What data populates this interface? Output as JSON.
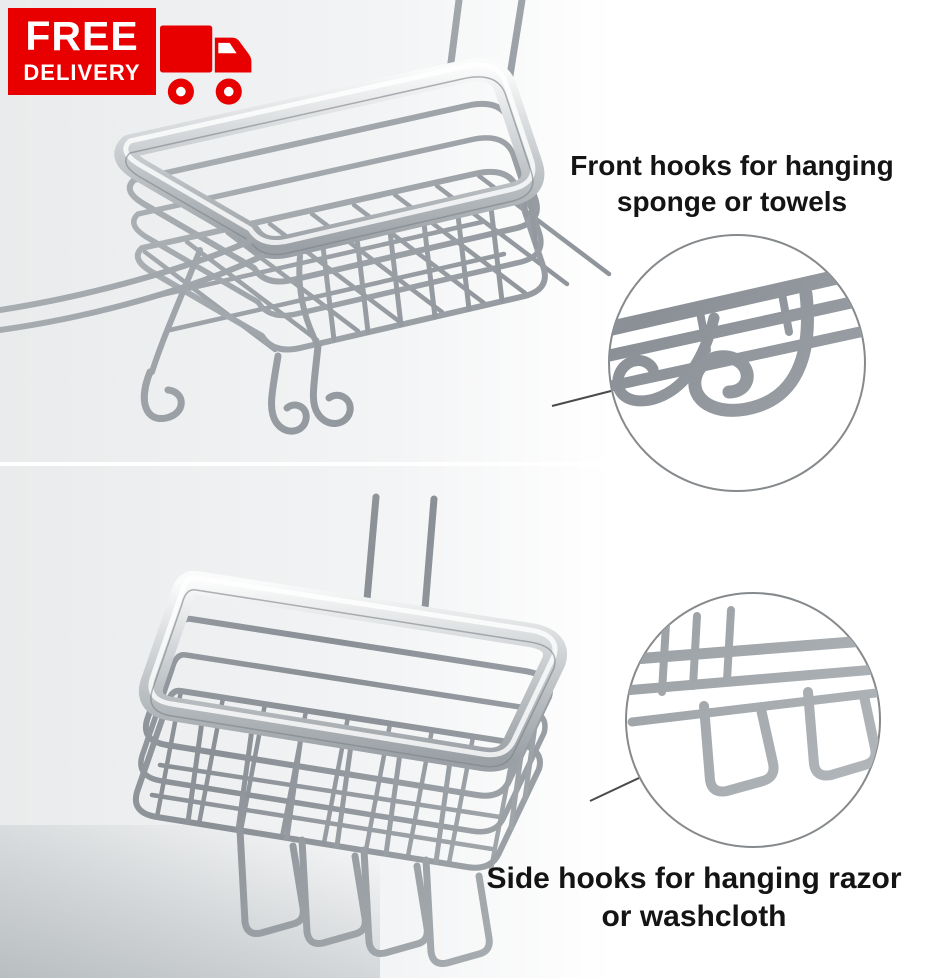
{
  "badge": {
    "line1": "FREE",
    "line2": "DELIVERY",
    "background_color": "#e80000",
    "text_color": "#ffffff",
    "icon": "delivery-truck-icon"
  },
  "captions": {
    "front_hooks": {
      "line1": "Front hooks for hanging",
      "line2": "sponge or towels"
    },
    "side_hooks": {
      "line1": "Side hooks for hanging razor",
      "line2": "or washcloth"
    }
  },
  "colors": {
    "caption_text": "#141414",
    "badge_red": "#e80000",
    "metal_wire": "#9aa0a5",
    "metal_band_light": "#fafbfb",
    "inset_border": "#868a8d",
    "photo_background": "#eceeee",
    "connector_line": "#4a4a4a"
  }
}
